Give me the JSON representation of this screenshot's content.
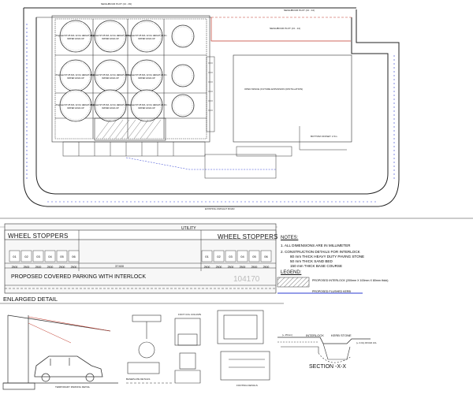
{
  "site_plan": {
    "top_plot_label": "NEIGHBOUR PLOT (13 - 09)",
    "right_plot_label": "NEIGHBOUR PLOT (13 - 14)",
    "bottom_road_label": "EXISTING ASPHALT ROAD",
    "open_space_label": "OPEN SPACE (FUTURE EXPANSION (DISTILLATION)",
    "tank_label": "Proposed ST-05 DIA. 22.0m HEIGHT 26.0m",
    "tank_sub": "WATER HOLD-UP",
    "offset_label": "BOTTOM OFFSET: 1.5m"
  },
  "parking_section": {
    "title": "PROPOSED COVERED PARKING WITH INTERLOCK",
    "left_stoppers": "WHEEL STOPPERS",
    "right_stoppers": "WHEEL STOPPERS",
    "dimension": "104170",
    "mid_dimension": "37400",
    "slot_width": "2500",
    "slots": [
      "01",
      "02",
      "03",
      "04",
      "05",
      "06"
    ],
    "top_label": "UTILITY"
  },
  "notes": {
    "heading": "NOTES:",
    "items": [
      "1.  ALL DIMENSIONS ARE IN MILLIMETER",
      "2.  CONSTRUCTION DETAILS FOR INTERLOCK",
      "80 mm THICK HEAVY DUTY PAVING STONE",
      "50 mm THICK SAND BED",
      "150 mm THICK BASE COURSE"
    ],
    "legend_heading": "LEGEND:",
    "legend_items": [
      "PROPOSED INTERLOCK (200mm X 100mm X 80mm thick)",
      "PROPOSED FLUSHED KERB"
    ]
  },
  "enlarged": {
    "title": "ENLARGED DETAIL",
    "canopy_label": "TEMPORARY PARKING DETAIL",
    "baseplate_label": "BASEPLATE DETAILS",
    "section_title": "SECTION -X-X",
    "interlock_label": "INTERLOCK",
    "kerb_label": "KERB STONE",
    "level_label": "(+ 0.0L) ROAD LVL",
    "level_top": "(+ 25mm)",
    "footing_label": "FOOTING DETAILS",
    "column_label": "FOOT COL COLUMN"
  },
  "colors": {
    "line": "#222222",
    "blue": "#2b3bd1",
    "red": "#c0392b",
    "grey": "#999999"
  }
}
